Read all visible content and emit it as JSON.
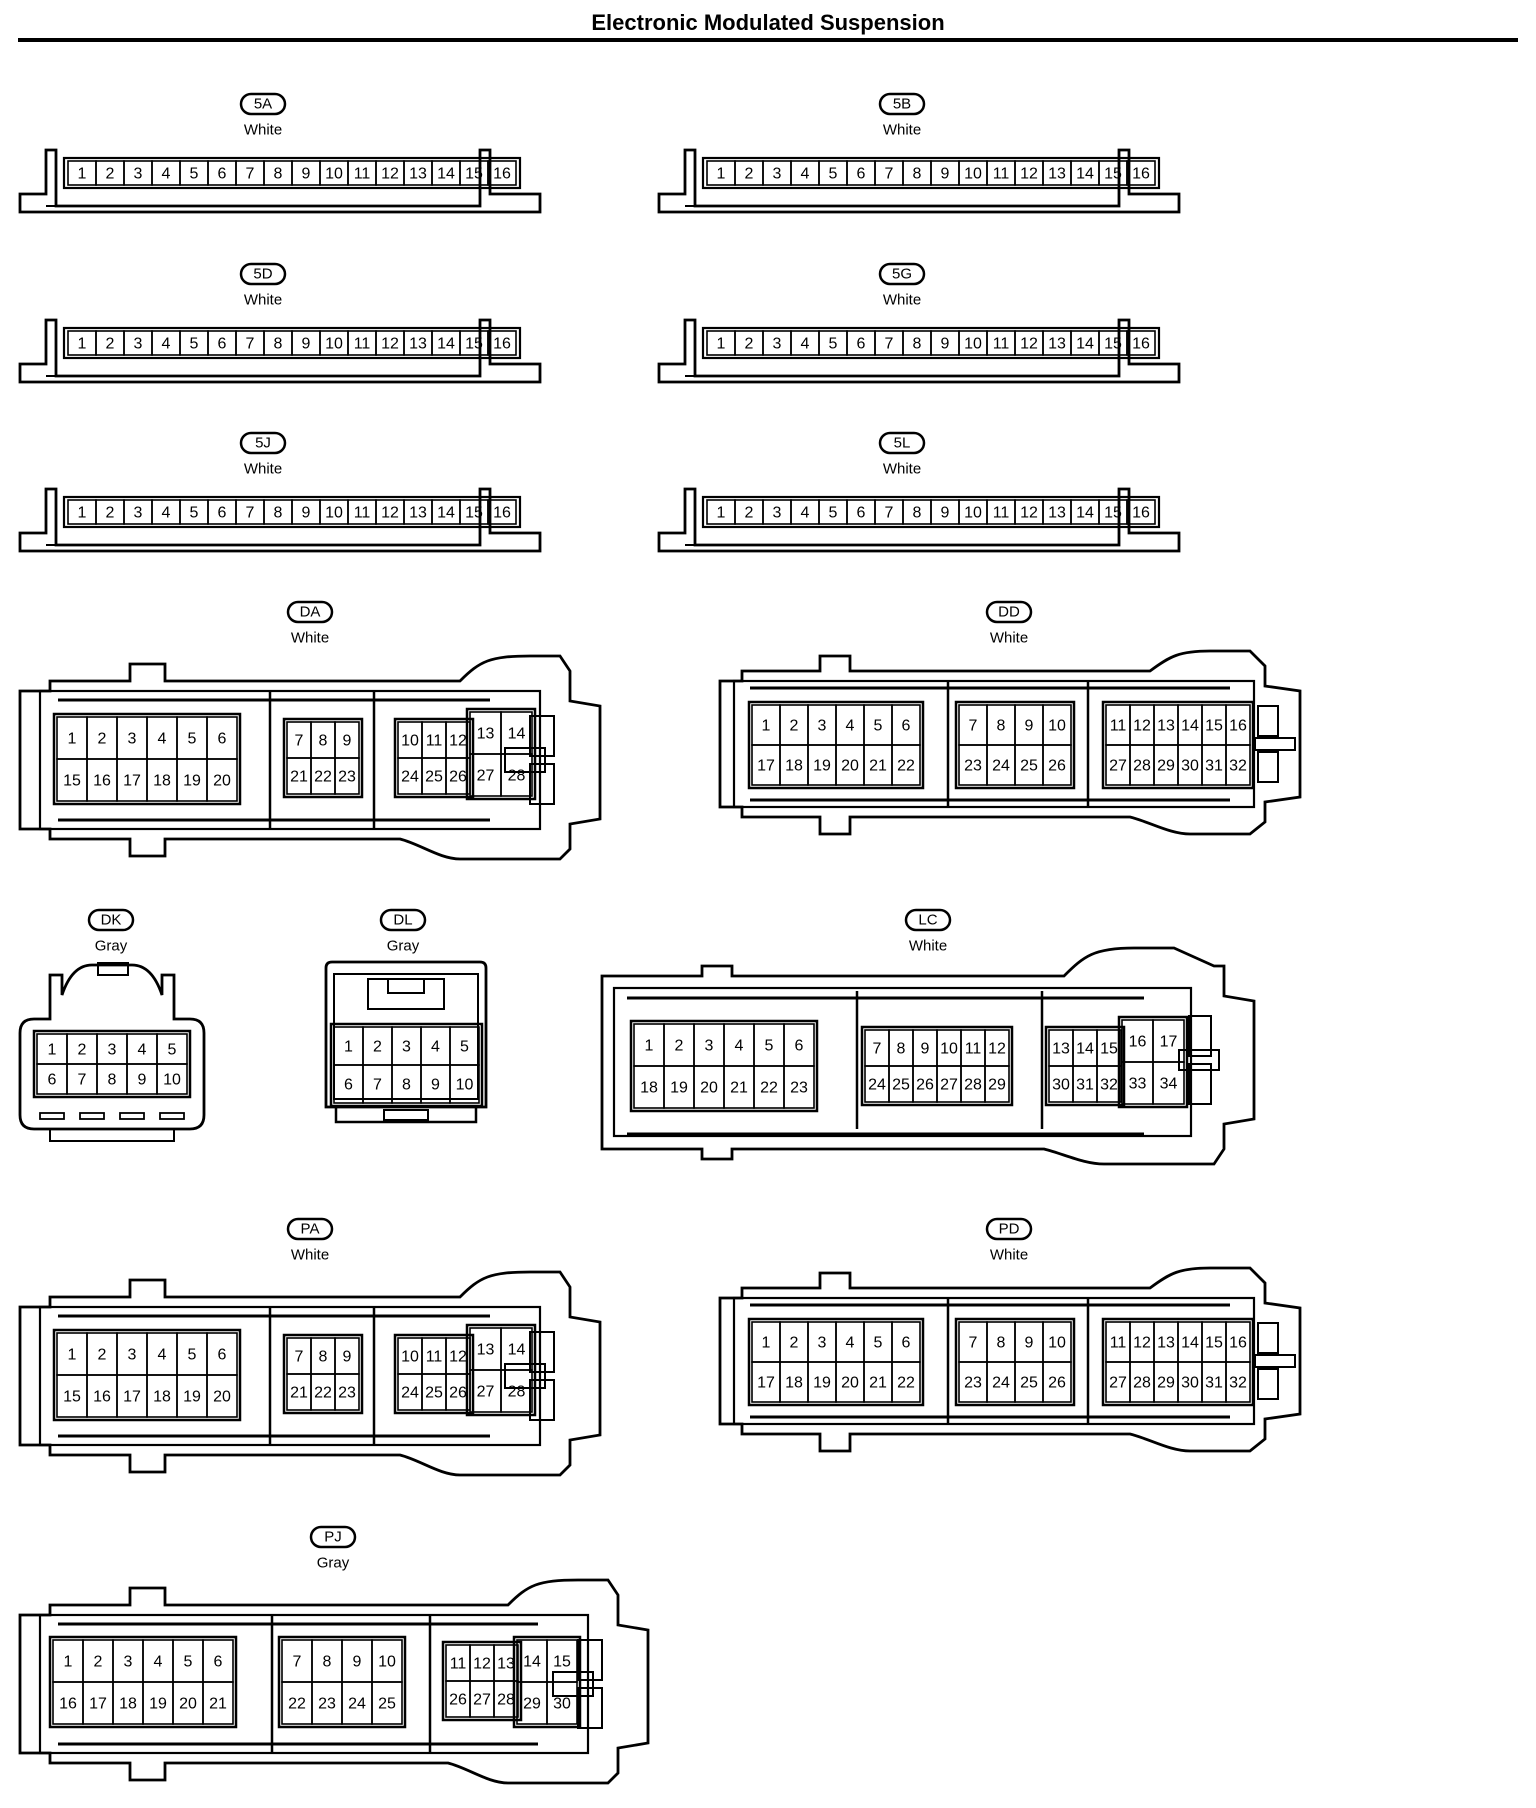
{
  "title": "Electronic Modulated Suspension",
  "connectors": [
    {
      "id": "5A",
      "color": "White",
      "pins": [
        "1",
        "2",
        "3",
        "4",
        "5",
        "6",
        "7",
        "8",
        "9",
        "10",
        "11",
        "12",
        "13",
        "14",
        "15",
        "16"
      ]
    },
    {
      "id": "5B",
      "color": "White",
      "pins": [
        "1",
        "2",
        "3",
        "4",
        "5",
        "6",
        "7",
        "8",
        "9",
        "10",
        "11",
        "12",
        "13",
        "14",
        "15",
        "16"
      ]
    },
    {
      "id": "5D",
      "color": "White",
      "pins": [
        "1",
        "2",
        "3",
        "4",
        "5",
        "6",
        "7",
        "8",
        "9",
        "10",
        "11",
        "12",
        "13",
        "14",
        "15",
        "16"
      ]
    },
    {
      "id": "5G",
      "color": "White",
      "pins": [
        "1",
        "2",
        "3",
        "4",
        "5",
        "6",
        "7",
        "8",
        "9",
        "10",
        "11",
        "12",
        "13",
        "14",
        "15",
        "16"
      ]
    },
    {
      "id": "5J",
      "color": "White",
      "pins": [
        "1",
        "2",
        "3",
        "4",
        "5",
        "6",
        "7",
        "8",
        "9",
        "10",
        "11",
        "12",
        "13",
        "14",
        "15",
        "16"
      ]
    },
    {
      "id": "5L",
      "color": "White",
      "pins": [
        "1",
        "2",
        "3",
        "4",
        "5",
        "6",
        "7",
        "8",
        "9",
        "10",
        "11",
        "12",
        "13",
        "14",
        "15",
        "16"
      ]
    },
    {
      "id": "DA",
      "color": "White",
      "groups": [
        {
          "top": [
            "1",
            "2",
            "3",
            "4",
            "5",
            "6"
          ],
          "bottom": [
            "15",
            "16",
            "17",
            "18",
            "19",
            "20"
          ]
        },
        {
          "top": [
            "7",
            "8",
            "9"
          ],
          "bottom": [
            "21",
            "22",
            "23"
          ]
        },
        {
          "top": [
            "10",
            "11",
            "12"
          ],
          "bottom": [
            "24",
            "25",
            "26"
          ]
        },
        {
          "top": [
            "13",
            "14"
          ],
          "bottom": [
            "27",
            "28"
          ]
        }
      ]
    },
    {
      "id": "DD",
      "color": "White",
      "groups": [
        {
          "top": [
            "1",
            "2",
            "3",
            "4",
            "5",
            "6"
          ],
          "bottom": [
            "17",
            "18",
            "19",
            "20",
            "21",
            "22"
          ]
        },
        {
          "top": [
            "7",
            "8",
            "9",
            "10"
          ],
          "bottom": [
            "23",
            "24",
            "25",
            "26"
          ]
        },
        {
          "top": [
            "11",
            "12",
            "13",
            "14",
            "15",
            "16"
          ],
          "bottom": [
            "27",
            "28",
            "29",
            "30",
            "31",
            "32"
          ]
        }
      ]
    },
    {
      "id": "DK",
      "color": "Gray",
      "groups": [
        {
          "top": [
            "1",
            "2",
            "3",
            "4",
            "5"
          ],
          "bottom": [
            "6",
            "7",
            "8",
            "9",
            "10"
          ]
        }
      ]
    },
    {
      "id": "DL",
      "color": "Gray",
      "groups": [
        {
          "top": [
            "1",
            "2",
            "3",
            "4",
            "5"
          ],
          "bottom": [
            "6",
            "7",
            "8",
            "9",
            "10"
          ]
        }
      ]
    },
    {
      "id": "LC",
      "color": "White",
      "groups": [
        {
          "top": [
            "1",
            "2",
            "3",
            "4",
            "5",
            "6"
          ],
          "bottom": [
            "18",
            "19",
            "20",
            "21",
            "22",
            "23"
          ]
        },
        {
          "top": [
            "7",
            "8",
            "9",
            "10",
            "11",
            "12"
          ],
          "bottom": [
            "24",
            "25",
            "26",
            "27",
            "28",
            "29"
          ]
        },
        {
          "top": [
            "13",
            "14",
            "15"
          ],
          "bottom": [
            "30",
            "31",
            "32"
          ]
        },
        {
          "top": [
            "16",
            "17"
          ],
          "bottom": [
            "33",
            "34"
          ]
        }
      ]
    },
    {
      "id": "PA",
      "color": "White",
      "groups": [
        {
          "top": [
            "1",
            "2",
            "3",
            "4",
            "5",
            "6"
          ],
          "bottom": [
            "15",
            "16",
            "17",
            "18",
            "19",
            "20"
          ]
        },
        {
          "top": [
            "7",
            "8",
            "9"
          ],
          "bottom": [
            "21",
            "22",
            "23"
          ]
        },
        {
          "top": [
            "10",
            "11",
            "12"
          ],
          "bottom": [
            "24",
            "25",
            "26"
          ]
        },
        {
          "top": [
            "13",
            "14"
          ],
          "bottom": [
            "27",
            "28"
          ]
        }
      ]
    },
    {
      "id": "PD",
      "color": "White",
      "groups": [
        {
          "top": [
            "1",
            "2",
            "3",
            "4",
            "5",
            "6"
          ],
          "bottom": [
            "17",
            "18",
            "19",
            "20",
            "21",
            "22"
          ]
        },
        {
          "top": [
            "7",
            "8",
            "9",
            "10"
          ],
          "bottom": [
            "23",
            "24",
            "25",
            "26"
          ]
        },
        {
          "top": [
            "11",
            "12",
            "13",
            "14",
            "15",
            "16"
          ],
          "bottom": [
            "27",
            "28",
            "29",
            "30",
            "31",
            "32"
          ]
        }
      ]
    },
    {
      "id": "PJ",
      "color": "Gray",
      "groups": [
        {
          "top": [
            "1",
            "2",
            "3",
            "4",
            "5",
            "6"
          ],
          "bottom": [
            "16",
            "17",
            "18",
            "19",
            "20",
            "21"
          ]
        },
        {
          "top": [
            "7",
            "8",
            "9",
            "10"
          ],
          "bottom": [
            "22",
            "23",
            "24",
            "25"
          ]
        },
        {
          "top": [
            "11",
            "12",
            "13"
          ],
          "bottom": [
            "26",
            "27",
            "28"
          ]
        },
        {
          "top": [
            "14",
            "15"
          ],
          "bottom": [
            "29",
            "30"
          ]
        }
      ]
    }
  ]
}
